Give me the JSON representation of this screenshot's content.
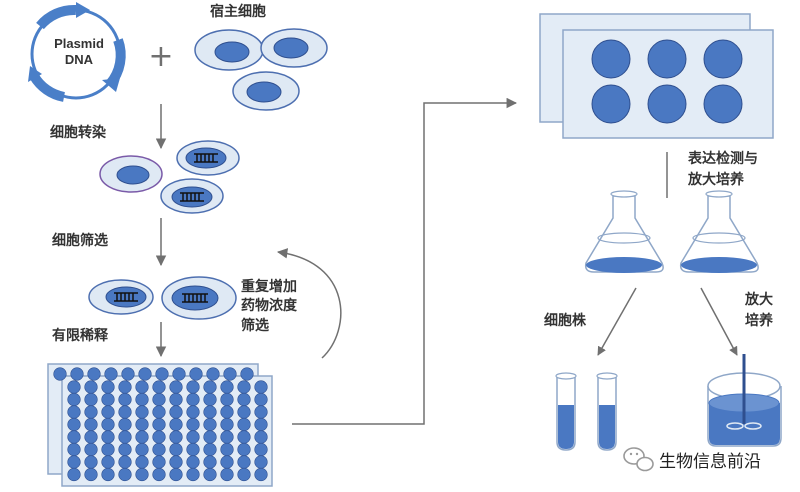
{
  "labels": {
    "plasmid_line1": "Plasmid",
    "plasmid_line2": "DNA",
    "plus": "+",
    "host_cells": "宿主细胞",
    "transfection": "细胞转染",
    "screening": "细胞筛选",
    "limiting_dilution": "有限稀释",
    "repeat_line1": "重复增加",
    "repeat_line2": "药物浓度",
    "repeat_line3": "筛选",
    "expression_line1": "表达检测与",
    "expression_line2": "放大培养",
    "cell_line": "细胞株",
    "scale_up_line1": "放大",
    "scale_up_line2": "培养"
  },
  "watermark": {
    "text": "生物信息前沿",
    "icon": "wechat-icon"
  },
  "colors": {
    "cell_fill": "#dfe9f4",
    "cell_stroke": "#4d6fb0",
    "nucleus_fill": "#4a78c2",
    "nucleus_stroke": "#2f4f8f",
    "transfected_stroke": "#7a5aa8",
    "plasmid_arrow": "#4a7fc8",
    "plate_fill": "#e3ecf6",
    "plate_stroke": "#8fa7c8",
    "well_fill": "#4a78c2",
    "arrow": "#707070",
    "liquid": "#4a78c2"
  }
}
